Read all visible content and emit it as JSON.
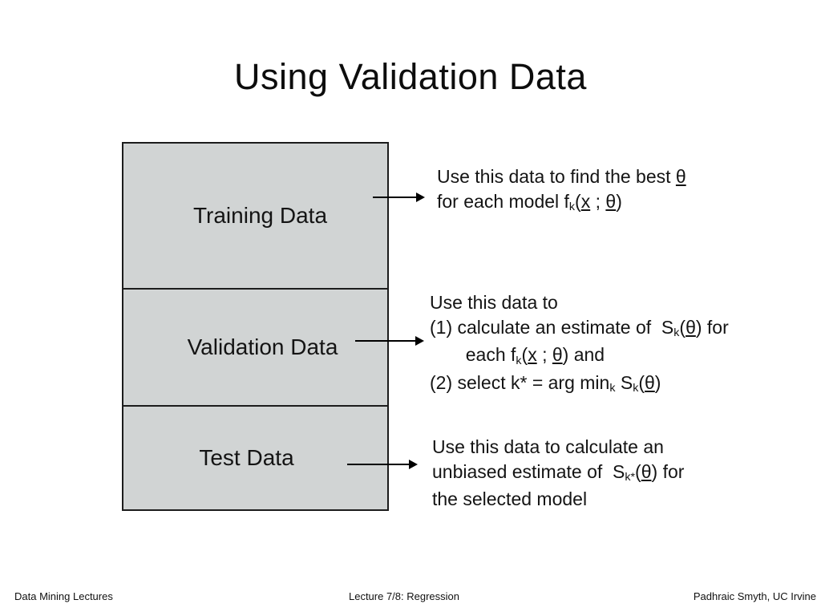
{
  "slide": {
    "title": "Using Validation Data"
  },
  "colors": {
    "background": "#ffffff",
    "box_fill": "#d1d4d4",
    "box_border": "#1c1c1c",
    "text": "#141414"
  },
  "boxes": [
    {
      "id": "training",
      "label": "Training Data"
    },
    {
      "id": "validation",
      "label": "Validation Data"
    },
    {
      "id": "test",
      "label": "Test Data"
    }
  ],
  "annotations": [
    {
      "for": "training",
      "lines": [
        [
          {
            "t": "Use this data to find the best "
          },
          {
            "t": "θ",
            "s": "u"
          }
        ],
        [
          {
            "t": "for each model f"
          },
          {
            "t": "k",
            "s": "sub"
          },
          {
            "t": "("
          },
          {
            "t": "x",
            "s": "u"
          },
          {
            "t": " ; "
          },
          {
            "t": "θ",
            "s": "u"
          },
          {
            "t": ")"
          }
        ]
      ]
    },
    {
      "for": "validation",
      "lines": [
        [
          {
            "t": "Use this data to"
          }
        ],
        [
          {
            "t": "(1) calculate an estimate of  S"
          },
          {
            "t": "k",
            "s": "sub"
          },
          {
            "t": "("
          },
          {
            "t": "θ",
            "s": "u"
          },
          {
            "t": ") for"
          }
        ],
        [
          {
            "t": "       each f"
          },
          {
            "t": "k",
            "s": "sub"
          },
          {
            "t": "("
          },
          {
            "t": "x",
            "s": "u"
          },
          {
            "t": " ; "
          },
          {
            "t": "θ",
            "s": "u"
          },
          {
            "t": ") and"
          }
        ],
        [
          {
            "t": "(2) select k* = arg min"
          },
          {
            "t": "k",
            "s": "sub"
          },
          {
            "t": " S"
          },
          {
            "t": "k",
            "s": "sub"
          },
          {
            "t": "("
          },
          {
            "t": "θ",
            "s": "u"
          },
          {
            "t": ")"
          }
        ]
      ]
    },
    {
      "for": "test",
      "lines": [
        [
          {
            "t": "Use this data to calculate an"
          }
        ],
        [
          {
            "t": "unbiased estimate of  S"
          },
          {
            "t": "k*",
            "s": "sub"
          },
          {
            "t": "("
          },
          {
            "t": "θ",
            "s": "u"
          },
          {
            "t": ") for"
          }
        ],
        [
          {
            "t": "the selected model"
          }
        ]
      ]
    }
  ],
  "footer": {
    "left": "Data Mining Lectures",
    "center": "Lecture 7/8: Regression",
    "right": "Padhraic Smyth, UC Irvine"
  }
}
